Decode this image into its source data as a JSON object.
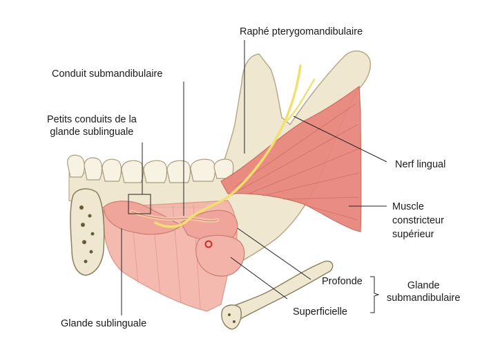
{
  "labels": {
    "raphe": "Raphé pterygomandibulaire",
    "conduit": "Conduit submandibulaire",
    "petits_line1": "Petits conduits de la",
    "petits_line2": "glande sublinguale",
    "nerf": "Nerf lingual",
    "muscle_line1": "Muscle",
    "muscle_line2": "constricteur",
    "muscle_line3": "supérieur",
    "profonde": "Profonde",
    "superficielle": "Superficielle",
    "glande_sub_line1": "Glande",
    "glande_sub_line2": "submandibulaire",
    "glande_sublinguale": "Glande sublinguale"
  },
  "colors": {
    "bone": "#efe7cf",
    "bone_edge": "#b5a98a",
    "muscle": "#e8847a",
    "muscle_light": "#f3b3a8",
    "gland": "#f0a59a",
    "nerve": "#f2df6e",
    "leader": "#222222"
  }
}
